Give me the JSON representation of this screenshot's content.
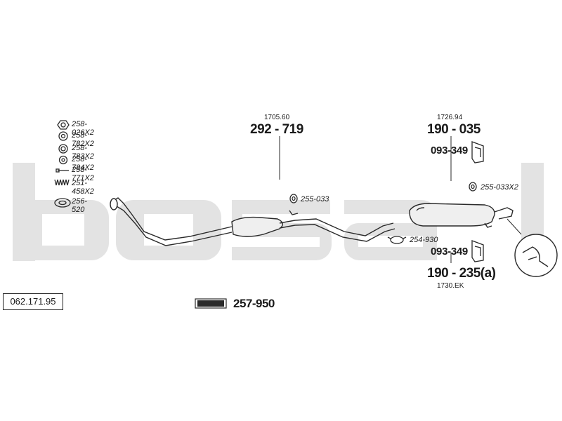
{
  "diagram": {
    "catalog_number": "062.171.95",
    "watermark": "bosal",
    "brand_badge": "bosal",
    "mounting_kit": "257-950",
    "legend": [
      {
        "part": "258-026X2",
        "icon": "hex-nut-icon"
      },
      {
        "part": "258-782X2",
        "icon": "ring-nut-icon"
      },
      {
        "part": "258-783X2",
        "icon": "spring-washer-icon"
      },
      {
        "part": "258-784X2",
        "icon": "flat-washer-icon"
      },
      {
        "part": "258-771X2",
        "icon": "bolt-icon"
      },
      {
        "part": "251-458X2",
        "icon": "spring-icon"
      },
      {
        "part": "256-520",
        "icon": "flange-gasket-icon"
      }
    ],
    "center_pipe": {
      "ref": "1705.60",
      "number": "292 - 719"
    },
    "center_hanger": "255-033",
    "clamp": "254-930",
    "rear_box": {
      "ref": "1726.94",
      "number": "190 - 035"
    },
    "rear_hanger_top": "093-349",
    "rear_rubber": "255-033X2",
    "rear_hanger_bottom": "093-349",
    "alt_rear_box": {
      "number": "190 - 235(a)",
      "ref": "1730.EK"
    }
  },
  "colors": {
    "watermark": "#e2e2e2",
    "line": "#2a2a2a",
    "part_fill": "#efefef"
  }
}
